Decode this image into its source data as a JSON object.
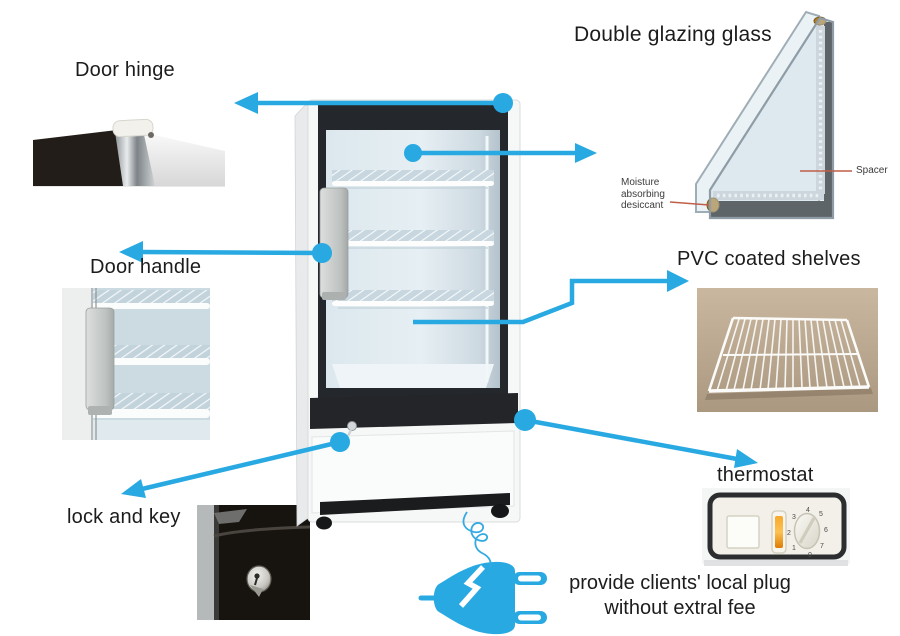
{
  "diagram": {
    "labels": {
      "door_hinge": "Door hinge",
      "double_glazing_glass": "Double glazing glass",
      "door_handle": "Door handle",
      "lock_and_key": "lock and key",
      "pvc_coated_shelves": "PVC coated shelves",
      "thermostat": "thermostat",
      "plug_note_line1": "provide clients' local plug",
      "plug_note_line2": "without extral fee"
    },
    "glazing_callouts": {
      "moisture": "Moisture absorbing desiccant",
      "spacer": "Spacer"
    },
    "thermostat_dial": [
      "0",
      "1",
      "2",
      "3",
      "4",
      "5",
      "6",
      "7"
    ],
    "colors": {
      "accent_blue": "#29a9e2",
      "callout_line": "#bf5f49",
      "text": "#1c1c1c"
    }
  }
}
